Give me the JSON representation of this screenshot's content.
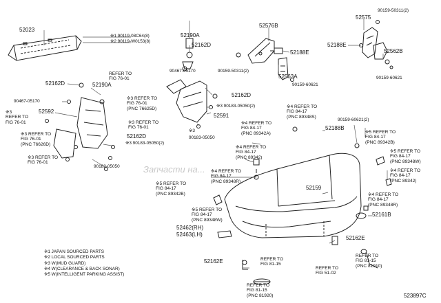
{
  "diagram_code": "523897C",
  "watermark": "Запчасти на...",
  "parts": {
    "p52023": "52023",
    "p52190A_top": "52190A",
    "p52162D_top": "52162D",
    "p52576B": "52576B",
    "p52575": "52575",
    "p52188E_a": "52188E",
    "p52188E_b": "52188E",
    "p52562B": "52562B",
    "p52563A": "52563A",
    "p52162D_left": "52162D",
    "p52190A_left": "52190A",
    "p52162D_mid": "52162D",
    "p52592": "52592",
    "p52591": "52591",
    "p52162D_low": "52162D",
    "p52188B": "52188B",
    "p52159": "52159",
    "p52161B": "52161B",
    "p52462RH": "52462(RH)",
    "p52463LH": "52463(LH)",
    "p52162E_a": "52162E",
    "p52162E_b": "52162E"
  },
  "fasteners": {
    "f1": "※1 90119-08C64(8)",
    "f2": "※2 90119-W0153(8)",
    "f3": "90467-05170",
    "f4": "90159-50311(2)",
    "f5": "90159-60621",
    "f6": "90159-50311(2)",
    "f7": "90159-60621",
    "f8": "90467-05170",
    "f9": "※3 90183-05050(2)",
    "f10": "※3",
    "f11": "90183-05050",
    "f12": "※3 90183-05050(2)",
    "f13": "90183-05050",
    "f14": "90159-60621(2)"
  },
  "refs": {
    "r_fig76_top": "REFER TO\nFIG 76-01",
    "r_625d": "※3 REFER TO\nFIG 76-01\n(PNC 76625D)",
    "r_fig76_mid": "※3 REFER TO\nFIG 76-01",
    "r_fig76_left": "※3\nREFER TO\nFIG 76-01",
    "r_626d": "※3 REFER TO\nFIG 76-01\n(PNC 76626D)",
    "r_fig76_low": "※3 REFER TO\nFIG 76-01",
    "r_348s": "※4 REFER TO\nFIG 84-17\n(PNC 89348S)",
    "r_342a": "※4 REFER TO\nFIG 84-17\n(PNC 89342A)",
    "r_342_mid": "※4 REFER TO\nFIG 84-17\n(PNC 89342)",
    "r_348r_mid": "※4 REFER TO\nFIG 84-17\n(PNC 89348R)",
    "r_328b_right": "※5 REFER TO\nFIG 84-17\n(PNC 89342B)",
    "r_348w_right": "※5 REFER TO\nFIG 84-17\n(PNC 89348W)",
    "r_342_right": "※4 REFER TO\nFIG 84-17\n(PNC 89342)",
    "r_348r_right": "※4 REFER TO\nFIG 84-17\n(PNC 89348R)",
    "r_342b_left": "※5 REFER TO\nFIG 84-17\n(PNC 89342B)",
    "r_348w_left": "※5 REFER TO\nFIG 84-17\n(PNC 89348W)",
    "r_fig81_a": "REFER TO\nFIG 81-15",
    "r_fig81_b": "REFER TO\nFIG 81-15\n(PNC 81920)",
    "r_fig51": "REFER TO\nFIG 51-02",
    "r_fig81_c": "REFER TO\nFIG 81-15\n(PNC 81910)"
  },
  "notes": [
    "※1 JAPAN SOURCED PARTS",
    "※2 LOCAL SOURCED PARTS",
    "※3 W(MUD GUARD)",
    "※4 W(CLEARANCE & BACK SONAR)",
    "※5 W(INTELLIGENT PARKING ASSIST)"
  ],
  "colors": {
    "ink": "#111111",
    "line": "#222222",
    "leader": "#555555"
  }
}
